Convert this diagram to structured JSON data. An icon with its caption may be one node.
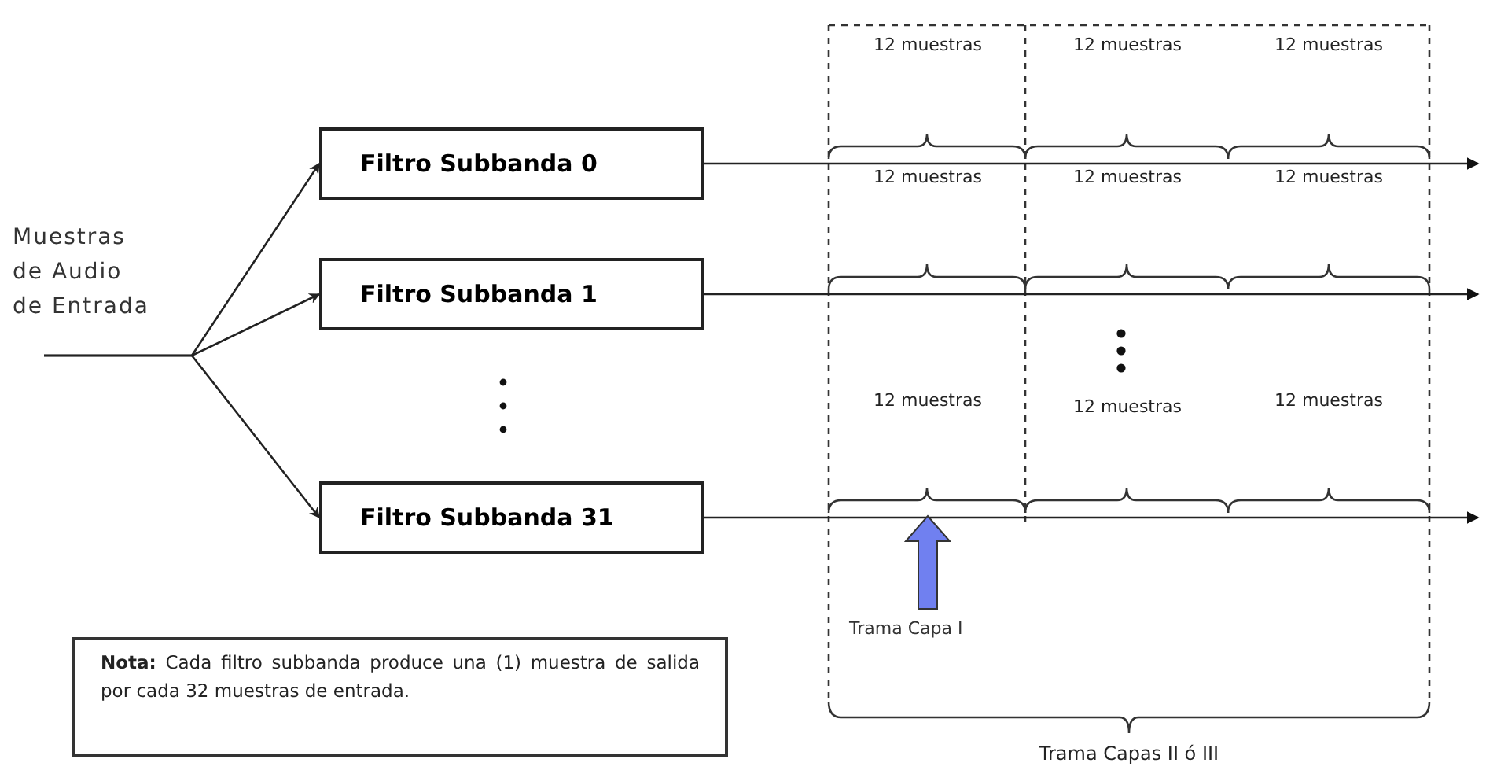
{
  "diagram": {
    "nodes": [
      {
        "text": [
          "Muestras de Audio de Entrada"
        ]
      },
      {
        "text": [
          "Filtro Subbanda 0"
        ]
      },
      {
        "text": [
          "Filtro Subbanda 1"
        ]
      },
      {
        "text": [
          "Filtro Subbanda 31"
        ]
      },
      {
        "text": [
          "Trama Capa I"
        ]
      },
      {
        "text": [
          "**Nota:** Cada filtro subbanda produce una (1) muestra de salida por cada 32 muestras de entrada."
        ]
      }
    ],
    "edges": [
      {
        "from": 0,
        "to": 1,
        "arrow": "to"
      },
      {
        "from": 0,
        "to": 2,
        "arrow": "to"
      },
      {
        "from": 0,
        "to": 3,
        "arrow": "to"
      },
      {
        "from": 1,
        "to": null,
        "arrow": "to"
      },
      {
        "from": 2,
        "to": null,
        "arrow": "to"
      },
      {
        "from": 3,
        "to": null,
        "arrow": "to"
      },
      {
        "from": 4,
        "to": null,
        "arrow": "to",
        "style": "thick",
        "color": "#7080f0"
      }
    ],
    "labels": [
      "12 muestras",
      "12 muestras",
      "12 muestras",
      "12 muestras",
      "12 muestras",
      "12 muestras",
      "12 muestras",
      "12 muestras",
      "12 muestras",
      "Trama Capas II ó III"
    ]
  }
}
